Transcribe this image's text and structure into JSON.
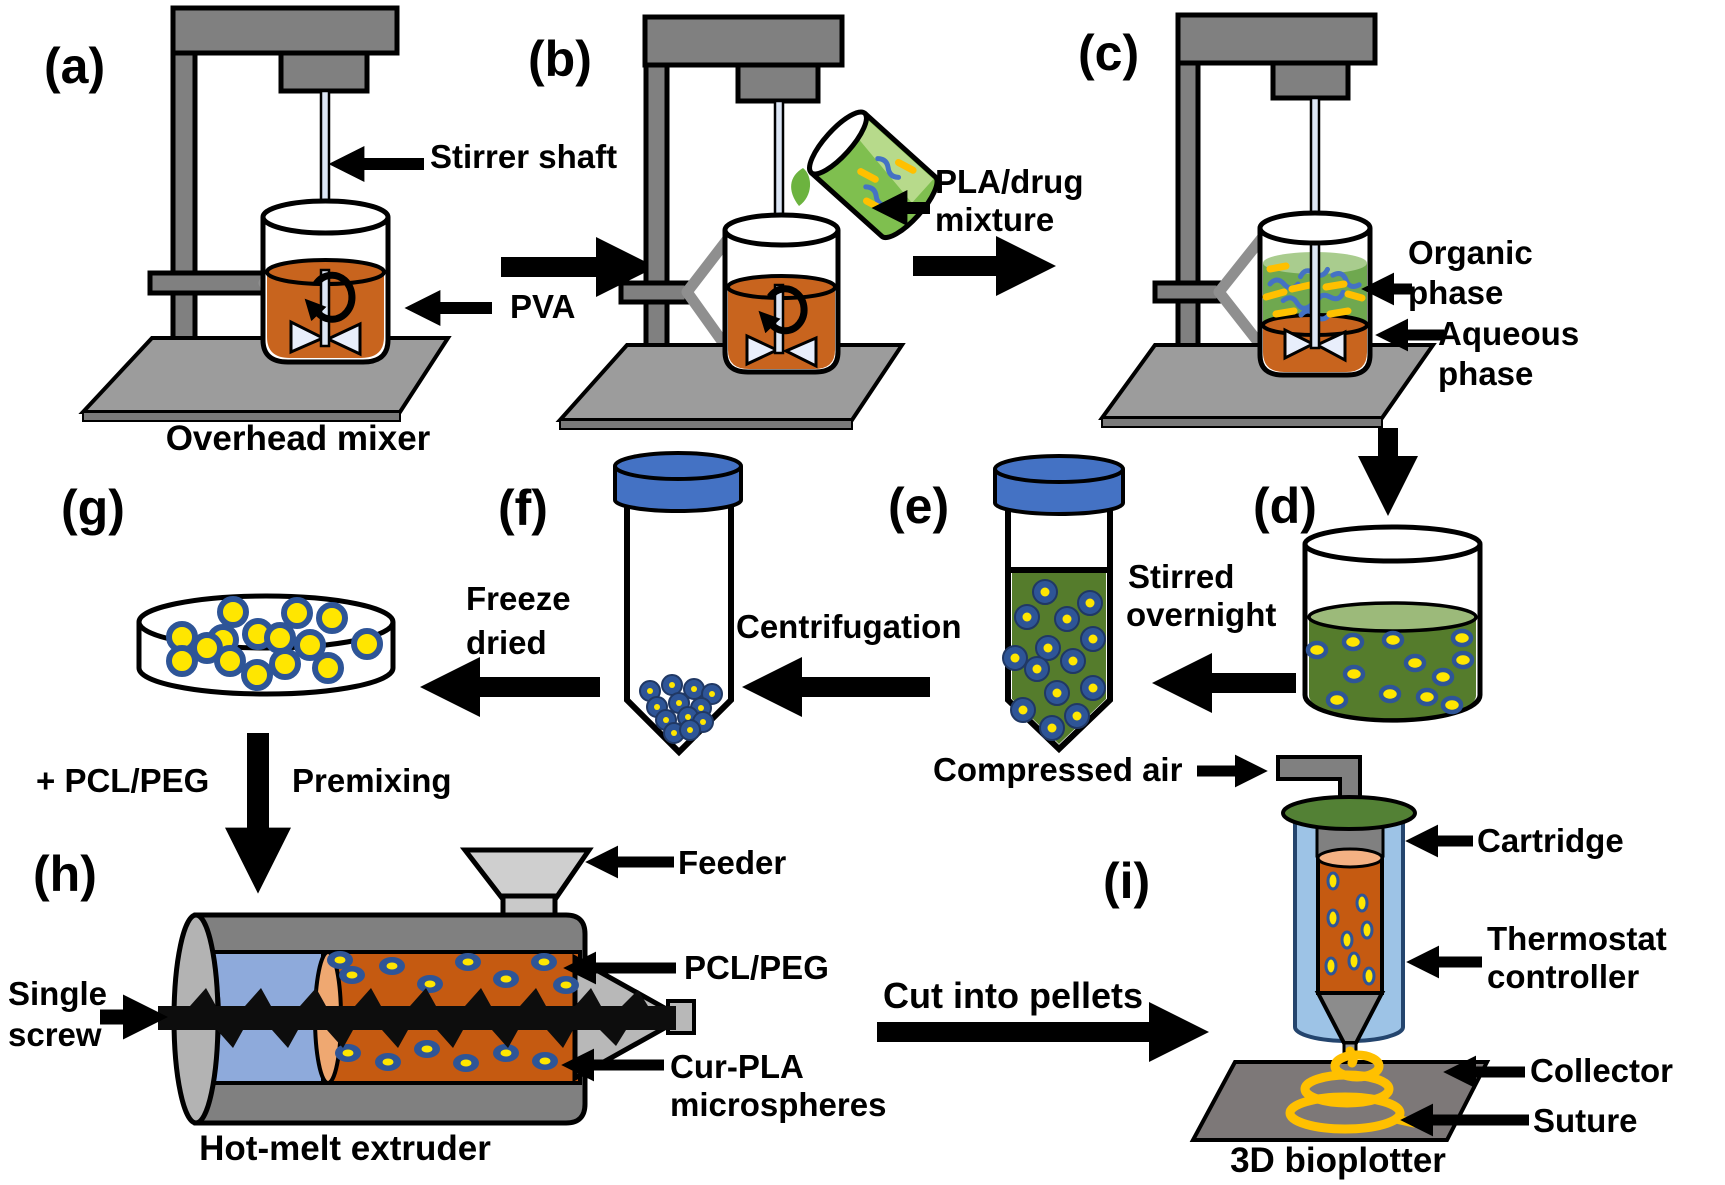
{
  "figure": {
    "title": "Preparation of drug-loaded microspheres and 3D bioplotted suture (process diagram)",
    "panels": {
      "a": {
        "tag": "(a)",
        "caption": "Overhead mixer",
        "stirrer_shaft": "Stirrer shaft",
        "pva": "PVA"
      },
      "b": {
        "tag": "(b)",
        "pla_drug_1": "PLA/drug",
        "pla_drug_2": "mixture"
      },
      "c": {
        "tag": "(c)",
        "organic_1": "Organic",
        "organic_2": "phase",
        "aqueous_1": "Aqueous",
        "aqueous_2": "phase"
      },
      "d": {
        "tag": "(d)",
        "stirred_1": "Stirred",
        "stirred_2": "overnight"
      },
      "e": {
        "tag": "(e)",
        "centrifugation": "Centrifugation",
        "compressed_air": "Compressed air"
      },
      "f": {
        "tag": "(f)",
        "freeze_1": "Freeze",
        "freeze_2": "dried"
      },
      "g": {
        "tag": "(g)",
        "add_pcl_peg": "+ PCL/PEG",
        "premixing": "Premixing"
      },
      "h": {
        "tag": "(h)",
        "caption": "Hot-melt extruder",
        "single_1": "Single",
        "single_2": "screw",
        "feeder": "Feeder",
        "pcl_peg": "PCL/PEG",
        "cur_pla_1": "Cur-PLA",
        "cur_pla_2": "microspheres",
        "cut_into_pellets": "Cut into pellets"
      },
      "i": {
        "tag": "(i)",
        "caption": "3D bioplotter",
        "cartridge": "Cartridge",
        "thermostat_1": "Thermostat",
        "thermostat_2": "controller",
        "collector": "Collector",
        "suture": "Suture"
      }
    },
    "colors": {
      "stand_gray": "#808080",
      "plate_gray": "#9C9C9C",
      "pva_orange": "#C8641E",
      "organic_green": "#6FA84F",
      "organic_green_light": "#A9CC8E",
      "solution_green": "#557C2C",
      "solution_green_surface": "#9CBA7A",
      "cup_green": "#7FBF4F",
      "microsphere_ring_blue": "#2E5597",
      "microsphere_yellow": "#FFE600",
      "drug_squiggle_blue": "#4472C4",
      "drug_squiggle_yellow": "#FFC000",
      "tube_cap_blue": "#4472C4",
      "extruder_blue": "#8EAADB",
      "extruder_orange": "#C55A11",
      "thermostat_blue": "#9DC3E6",
      "cartridge_cap_green": "#538135",
      "suture_yellow": "#FFC000",
      "collector_gray": "#7D7878"
    }
  }
}
